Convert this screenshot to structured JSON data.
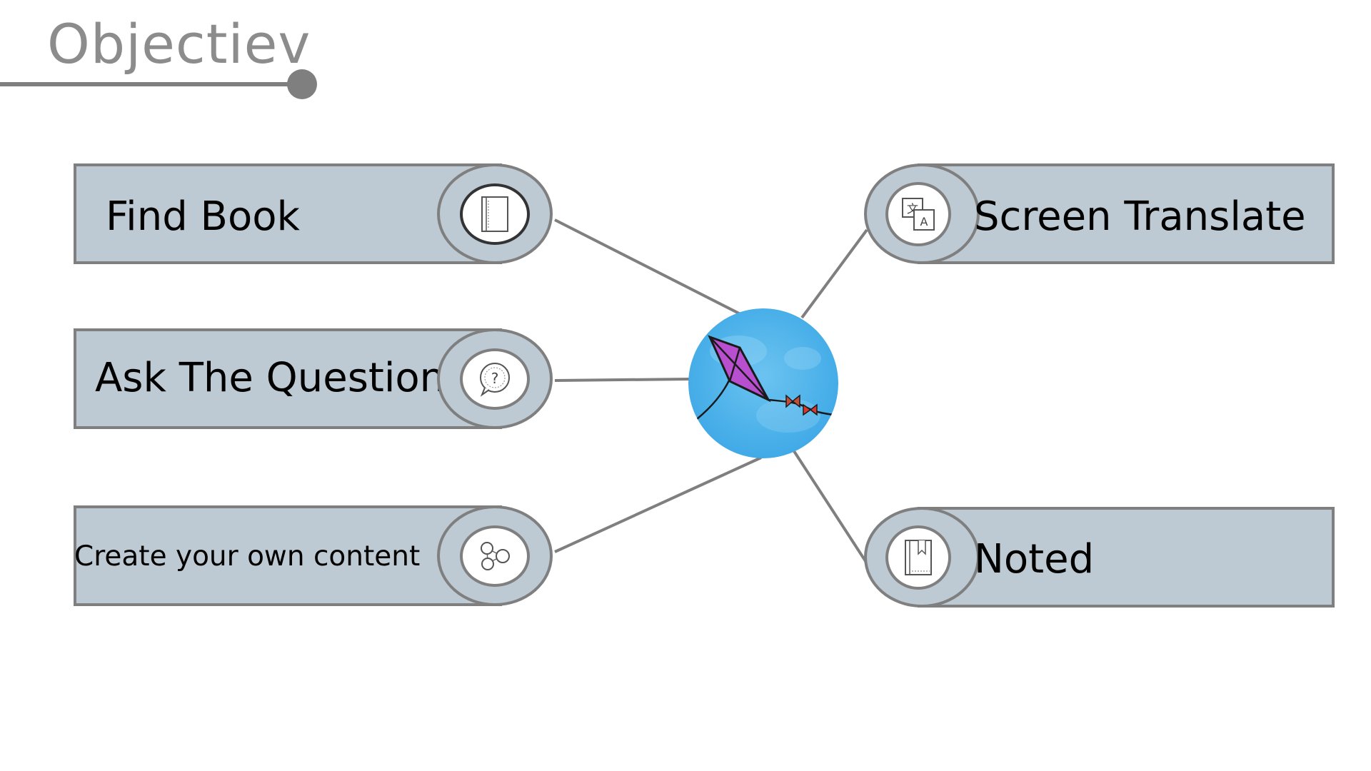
{
  "title": "Objectiev",
  "colors": {
    "node_fill": "#bdcad3",
    "node_border": "#7f7f7f",
    "hub_fill": "#4fb3ea",
    "kite_fill": "#b84fcf",
    "title_text": "#8c8c8c"
  },
  "hub": {
    "icon": "kite-icon"
  },
  "nodes": {
    "find_book": {
      "label": "Find Book",
      "icon": "book-icon"
    },
    "ask_question": {
      "label": "Ask The Question",
      "icon": "question-bubble-icon"
    },
    "create_content": {
      "label": "Create your own content",
      "icon": "share-nodes-icon"
    },
    "screen_translate": {
      "label": "Screen Translate",
      "icon": "translate-icon"
    },
    "noted": {
      "label": "Noted",
      "icon": "bookmark-book-icon"
    }
  }
}
